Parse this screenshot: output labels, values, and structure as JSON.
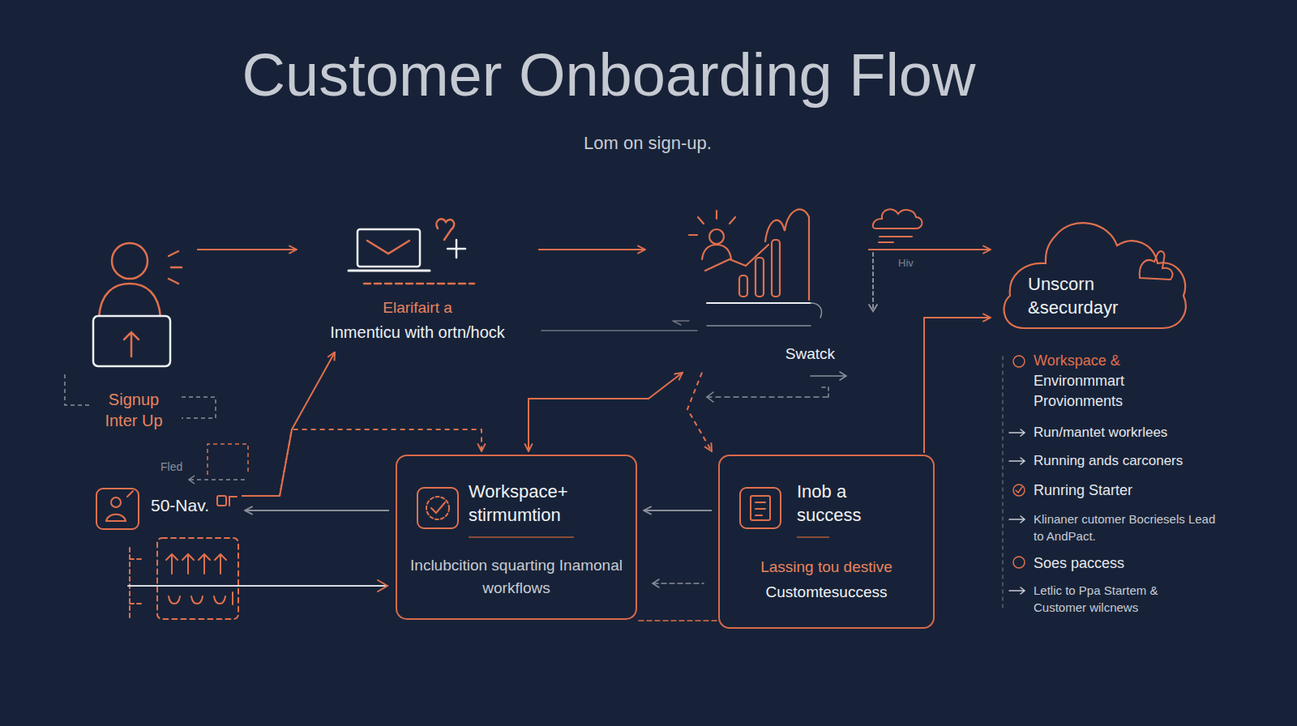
{
  "diagram": {
    "title": "Customer Onboarding Flow",
    "caption": "Lom on sign-up.",
    "nodes": [
      {
        "text": [
          "Signup Inter Up"
        ]
      },
      {
        "text": [
          "Elarifairt a",
          "Inmenticu with ortn/hock"
        ]
      },
      {
        "text": [
          "Swatck"
        ]
      },
      {
        "text": [
          "Unscorn &securdayr"
        ]
      },
      {
        "text": [
          "50-Nav."
        ]
      },
      {
        "text": [
          "Workspace+ stirmumtion",
          "Inclubcition squarting Inamonal workflows"
        ]
      },
      {
        "text": [
          "Inob a success",
          "Lassing tou destive",
          "Customtesuccess"
        ]
      }
    ],
    "edges": [
      {
        "from": 0,
        "to": 1,
        "arrow": "to"
      },
      {
        "from": 1,
        "to": 2,
        "arrow": "to"
      },
      {
        "from": 2,
        "to": 3,
        "arrow": "to"
      },
      {
        "from": 4,
        "to": 1,
        "arrow": "to"
      },
      {
        "from": 4,
        "to": 5,
        "arrow": "to"
      },
      {
        "from": 2,
        "to": 5,
        "arrow": "both"
      },
      {
        "from": 2,
        "to": 6,
        "arrow": "to"
      },
      {
        "from": 6,
        "to": 3,
        "arrow": "to"
      },
      {
        "from": 5,
        "to": 4,
        "arrow": "to"
      },
      {
        "from": 6,
        "to": 5,
        "arrow": "to"
      }
    ],
    "labels": [
      "Fled",
      "Hiv",
      "Workspace &",
      "Environmmart Provionments",
      "Run/mantet workrlees",
      "Running ands carconers",
      "Runring Starter",
      "Klinaner cutomer Bocriesels Lead to AndPact.",
      "Soes paccess",
      "Letlic to Ppa Startem & Customer wilcnews"
    ]
  }
}
